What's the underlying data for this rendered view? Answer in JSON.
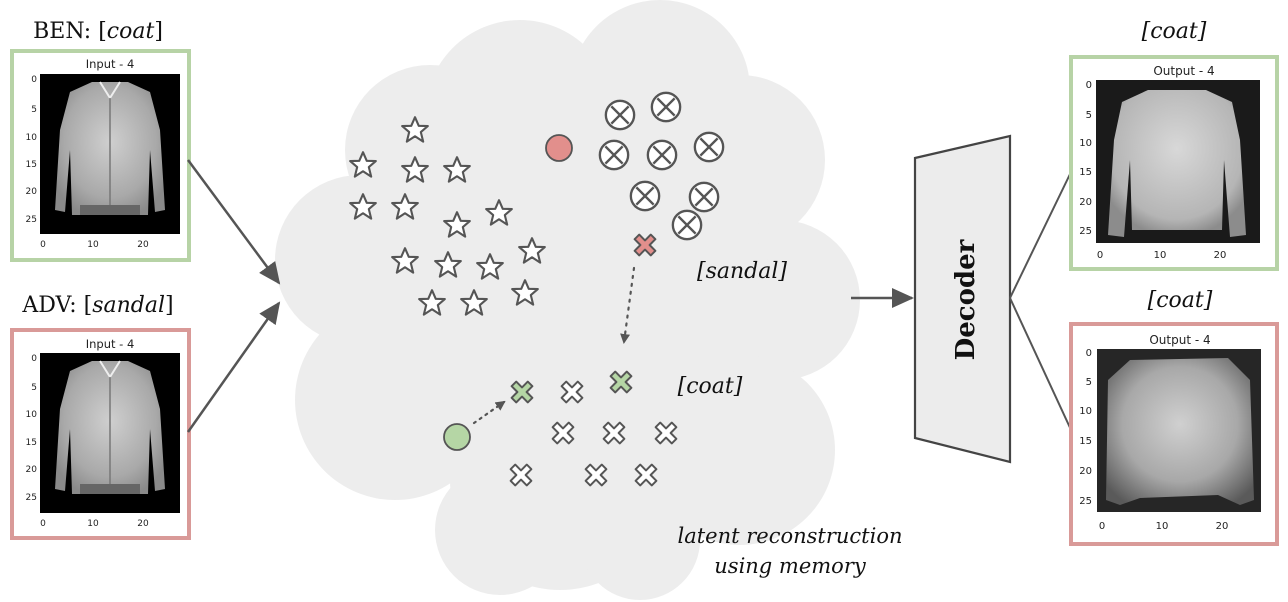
{
  "colors": {
    "cloud": "#ededed",
    "benign_frame": "#b7d3a6",
    "adversarial_frame": "#d99a98",
    "marker_stroke": "#555555",
    "green_marker": "#b5d6a5",
    "red_marker": "#e28f8c",
    "decoder_fill": "#ececec",
    "arrow": "#555555"
  },
  "inputs": {
    "benign": {
      "label_prefix": "BEN: [",
      "label_class": "coat",
      "label_suffix": "]",
      "panel_title": "Input  - 4",
      "y_ticks": [
        "0",
        "5",
        "10",
        "15",
        "20",
        "25"
      ],
      "x_ticks": [
        "0",
        "10",
        "20"
      ]
    },
    "adversarial": {
      "label_prefix": "ADV: [",
      "label_class": "sandal",
      "label_suffix": "]",
      "panel_title": "Input  - 4",
      "y_ticks": [
        "0",
        "5",
        "10",
        "15",
        "20",
        "25"
      ],
      "x_ticks": [
        "0",
        "10",
        "20"
      ]
    }
  },
  "latent": {
    "sandal_label": "[sandal]",
    "coat_label": "[coat]",
    "caption_line1": "latent reconstruction",
    "caption_line2": "using memory",
    "star_icon": "star-icon",
    "circled_x_icon": "circled-x-icon",
    "x_icon": "x-icon"
  },
  "decoder": {
    "label": "Decoder"
  },
  "outputs": {
    "benign": {
      "label": "[coat]",
      "panel_title": "Output - 4",
      "y_ticks": [
        "0",
        "5",
        "10",
        "15",
        "20",
        "25"
      ],
      "x_ticks": [
        "0",
        "10",
        "20"
      ]
    },
    "adversarial": {
      "label": "[coat]",
      "panel_title": "Output - 4",
      "y_ticks": [
        "0",
        "5",
        "10",
        "15",
        "20",
        "25"
      ],
      "x_ticks": [
        "0",
        "10",
        "20"
      ]
    }
  }
}
